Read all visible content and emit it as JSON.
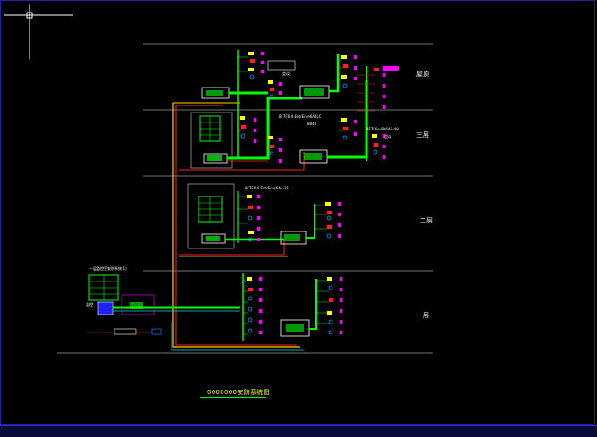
{
  "app": {
    "window": "CAD drawing viewport"
  },
  "floors": [
    {
      "key": "roof",
      "label": "屋顶"
    },
    {
      "key": "f3",
      "label": "三层"
    },
    {
      "key": "f2",
      "label": "二层"
    },
    {
      "key": "f1",
      "label": "一层"
    }
  ],
  "annotations": {
    "roof_tag": "会议",
    "f3_note_left": "8F7F6-4 EntrEnfe6A4LC",
    "f3_note_left_sub": "8848",
    "f3_note_right": "8F7F6e-8A6A6-48",
    "f3_note_right_sub": "会议",
    "f2_note": "8F7F6-4 EntrEnfe6A4-2F",
    "f1_panel_label": "一层监控室安防系统(1)",
    "f1_panel_sub": "监控"
  },
  "title": {
    "text": "0000000安防系统图"
  },
  "colors": {
    "background": "#000000",
    "trunk_green": "#00ff00",
    "wire_red": "#ff2020",
    "wire_yellow": "#ffd000",
    "wire_cyan": "#00e0e0",
    "tag_magenta": "#ff00ff",
    "text": "#ffffff",
    "title": "#ffff00"
  },
  "tools": {
    "crosshair": "cursor-crosshair-icon"
  }
}
